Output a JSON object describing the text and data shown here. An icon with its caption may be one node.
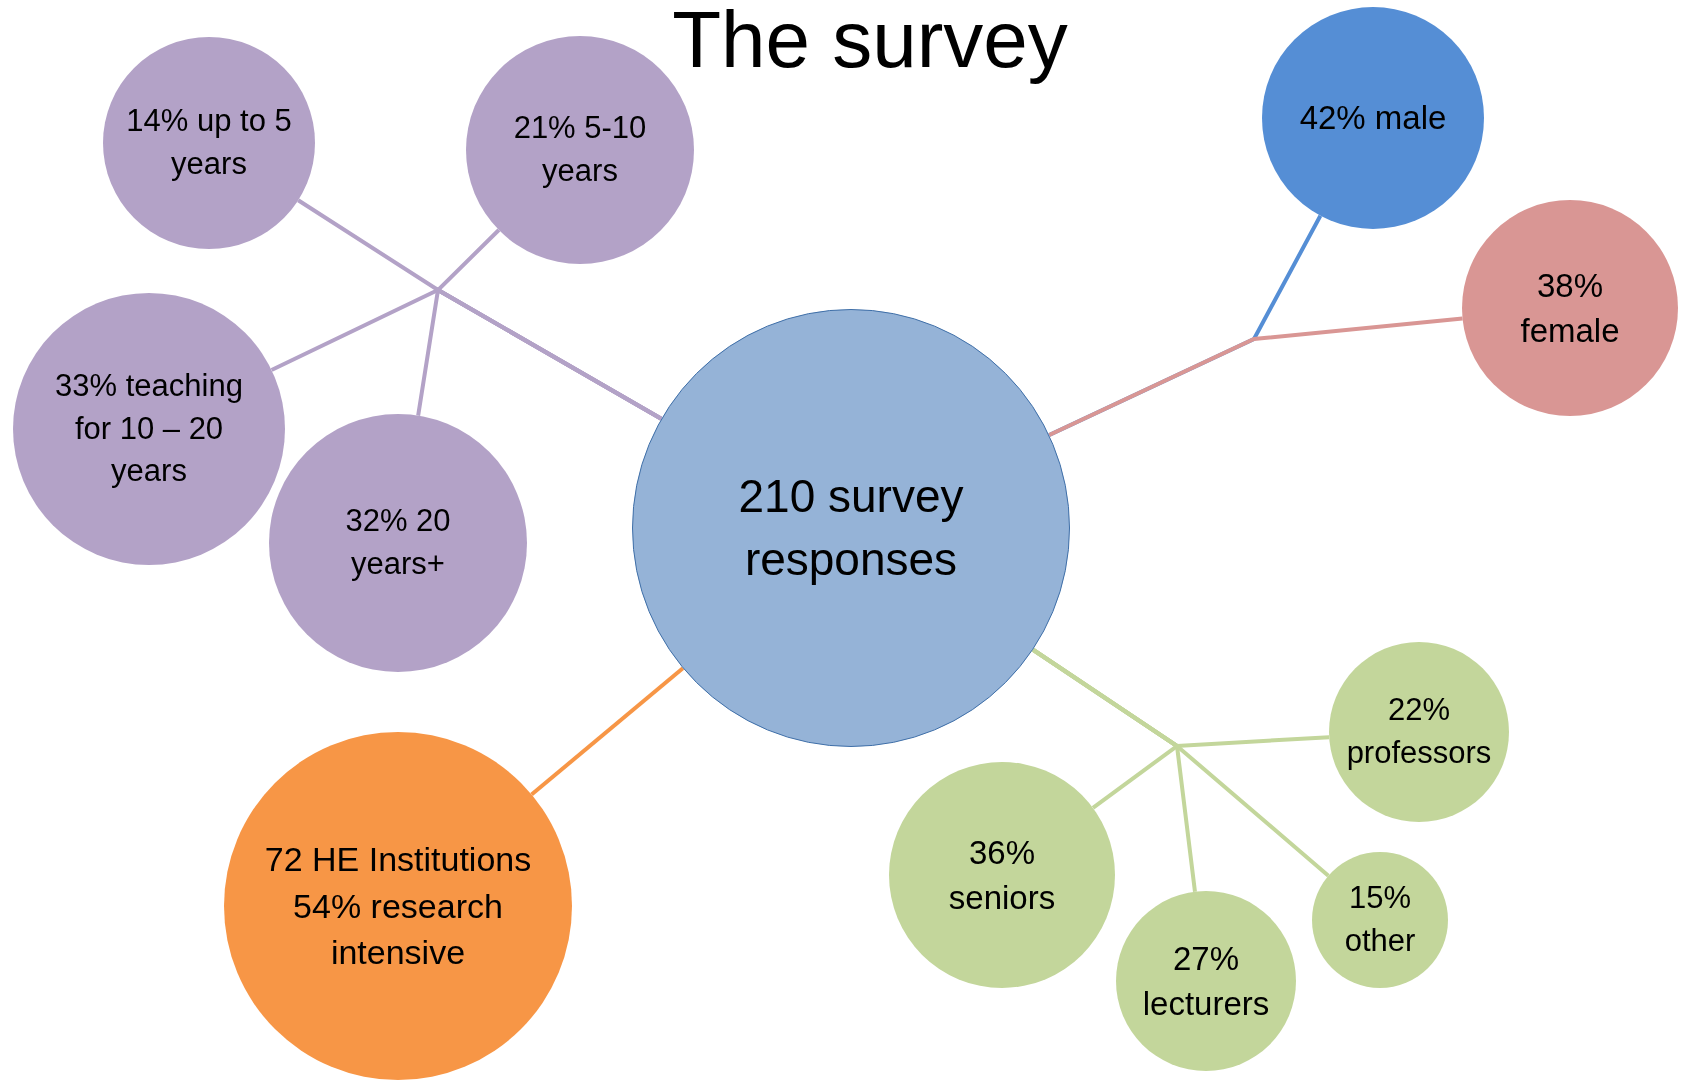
{
  "diagram": {
    "title": "The survey",
    "nodes": [
      {
        "text": [
          "210 survey responses"
        ]
      },
      {
        "text": [
          "14% up to 5 years"
        ]
      },
      {
        "text": [
          "21%  5-10 years"
        ]
      },
      {
        "text": [
          "33% teaching  for 10 – 20 years"
        ]
      },
      {
        "text": [
          "32% 20 years+"
        ]
      },
      {
        "text": [
          "72 HE Institutions 54% research intensive"
        ]
      },
      {
        "text": [
          "42% male"
        ]
      },
      {
        "text": [
          "38% female"
        ]
      },
      {
        "text": [
          "22% professors"
        ]
      },
      {
        "text": [
          "36% seniors"
        ]
      },
      {
        "text": [
          "27% lecturers"
        ]
      },
      {
        "text": [
          "15% other"
        ]
      }
    ],
    "edges": [
      {
        "from": 1,
        "to": 0,
        "arrow": "none",
        "color": "#b3a2c7"
      },
      {
        "from": 2,
        "to": 0,
        "arrow": "none",
        "color": "#b3a2c7"
      },
      {
        "from": 3,
        "to": 0,
        "arrow": "none",
        "color": "#b3a2c7"
      },
      {
        "from": 4,
        "to": 0,
        "arrow": "none",
        "color": "#b3a2c7"
      },
      {
        "from": 5,
        "to": 0,
        "arrow": "none",
        "color": "#f79646"
      },
      {
        "from": 6,
        "to": 0,
        "arrow": "none",
        "color": "#558ed5"
      },
      {
        "from": 7,
        "to": 0,
        "arrow": "none",
        "color": "#d99694"
      },
      {
        "from": 8,
        "to": 0,
        "arrow": "none",
        "color": "#c3d69b"
      },
      {
        "from": 9,
        "to": 0,
        "arrow": "none",
        "color": "#c3d69b"
      },
      {
        "from": 10,
        "to": 0,
        "arrow": "none",
        "color": "#c3d69b"
      },
      {
        "from": 11,
        "to": 0,
        "arrow": "none",
        "color": "#c3d69b"
      }
    ]
  }
}
